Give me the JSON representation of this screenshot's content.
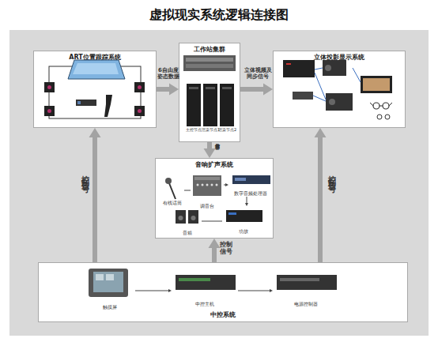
{
  "diagram": {
    "title": "虚拟现实系统逻辑连接图",
    "nodes": [
      {
        "text": [
          "ART位置跟踪系统"
        ]
      },
      {
        "text": [
          "工作站集群"
        ]
      },
      {
        "text": [
          "立体投影显示系统"
        ]
      },
      {
        "text": [
          "音响扩声系统"
        ]
      },
      {
        "text": [
          "有线话筒"
        ],
        "in": 3
      },
      {
        "text": [
          "调音台"
        ],
        "in": 3
      },
      {
        "text": [
          "数字音频处理器"
        ],
        "in": 3
      },
      {
        "text": [
          "音箱"
        ],
        "in": 3
      },
      {
        "text": [
          "功放"
        ],
        "in": 3
      },
      {
        "text": [
          "中控系统"
        ]
      },
      {
        "text": [
          "触摸屏"
        ],
        "in": 9
      },
      {
        "text": [
          "中控主机"
        ],
        "in": 9
      },
      {
        "text": [
          "电源控制器"
        ],
        "in": 9
      }
    ],
    "edges": [
      {
        "from": 0,
        "to": 1,
        "label": "6自由度姿态数据",
        "arrow": "to"
      },
      {
        "from": 1,
        "to": 2,
        "label": "立体视频及同步信号",
        "arrow": "to"
      },
      {
        "from": 1,
        "to": 3,
        "label": "音频信号",
        "arrow": "to"
      },
      {
        "from": 9,
        "to": 0,
        "label": "控制信号",
        "arrow": "to"
      },
      {
        "from": 9,
        "to": 3,
        "label": "控制信号",
        "arrow": "to"
      },
      {
        "from": 9,
        "to": 2,
        "label": "控制信号",
        "arrow": "to"
      },
      {
        "from": 10,
        "to": 11,
        "arrow": "to"
      },
      {
        "from": 11,
        "to": 12,
        "arrow": "to"
      },
      {
        "from": 4,
        "to": 5,
        "arrow": "none"
      },
      {
        "from": 5,
        "to": 6,
        "arrow": "to"
      },
      {
        "from": 6,
        "to": 8,
        "arrow": "to"
      },
      {
        "from": 8,
        "to": 7,
        "arrow": "none"
      }
    ],
    "labels": [
      "主控节点",
      "渲染节点1",
      "渲染节点2"
    ]
  }
}
